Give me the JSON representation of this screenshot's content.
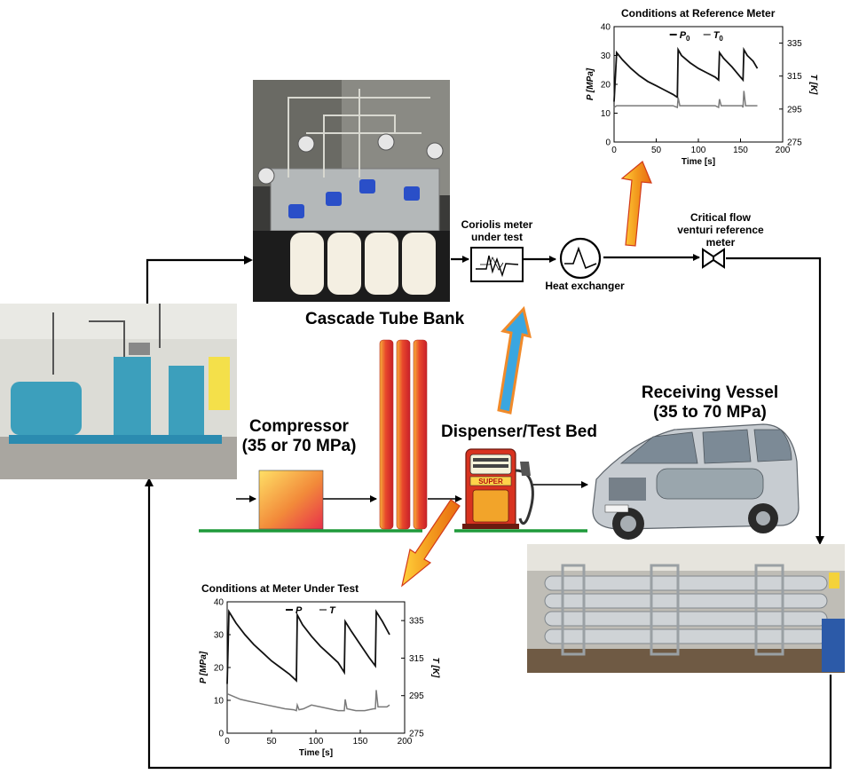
{
  "labels": {
    "cascade": "Cascade Tube Bank",
    "coriolis_line1": "Coriolis meter",
    "coriolis_line2": "under test",
    "heat_exchanger": "Heat exchanger",
    "critical_line1": "Critical flow",
    "critical_line2": "venturi reference",
    "critical_line3": "meter",
    "compressor_line1": "Compressor",
    "compressor_line2": "(35 or 70 MPa)",
    "dispenser": "Dispenser/Test Bed",
    "receiving_line1": "Receiving Vessel",
    "receiving_line2": "(35 to 70 MPa)",
    "pump_sign": "SUPER"
  },
  "colors": {
    "ground_line": "#1e9a3a",
    "arrow_orange": "#f39a1e",
    "arrow_blue": "#3aa6e0",
    "cascade_tube": "#e8472b",
    "pressure_curve": "#111111",
    "temperature_curve": "#7a7a7a"
  },
  "chart_data": [
    {
      "type": "line",
      "title": "Conditions at Reference Meter",
      "xlabel": "Time [s]",
      "ylabel": "P [MPa]",
      "y2label": "T [K]",
      "xlim": [
        0,
        200
      ],
      "ylim": [
        0,
        40
      ],
      "y2lim": [
        275,
        345
      ],
      "xticks": [
        0,
        50,
        100,
        150,
        200
      ],
      "yticks": [
        0,
        10,
        20,
        30,
        40
      ],
      "y2ticks": [
        275,
        295,
        315,
        335
      ],
      "legend": [
        "P0",
        "T0"
      ],
      "legend_placement": "top-center",
      "series": [
        {
          "name": "P0",
          "axis": "left",
          "x": [
            0,
            3,
            10,
            20,
            30,
            40,
            50,
            60,
            70,
            75,
            76,
            80,
            90,
            100,
            110,
            120,
            124,
            125,
            130,
            140,
            150,
            153,
            154,
            158,
            165,
            170
          ],
          "y": [
            14,
            31,
            28.5,
            25.5,
            23,
            21,
            19.5,
            18,
            16.5,
            15.5,
            32,
            30,
            27.5,
            25.5,
            24,
            22.5,
            21.5,
            31,
            29,
            26,
            22.5,
            21.5,
            32,
            30,
            28,
            25.5
          ]
        },
        {
          "name": "T0",
          "axis": "right",
          "x": [
            0,
            3,
            10,
            40,
            70,
            75,
            76,
            78,
            90,
            120,
            124,
            125,
            127,
            140,
            152,
            153,
            154,
            156,
            170
          ],
          "y": [
            296,
            297,
            297,
            297,
            297,
            296,
            302,
            297,
            297,
            297,
            296,
            301,
            297,
            297,
            297,
            296,
            306,
            297,
            297
          ]
        }
      ]
    },
    {
      "type": "line",
      "title": "Conditions at Meter Under Test",
      "xlabel": "Time [s]",
      "ylabel": "P [MPa]",
      "y2label": "T [K]",
      "xlim": [
        0,
        200
      ],
      "ylim": [
        0,
        40
      ],
      "y2lim": [
        275,
        345
      ],
      "xticks": [
        0,
        50,
        100,
        150,
        200
      ],
      "yticks": [
        0,
        10,
        20,
        30,
        40
      ],
      "y2ticks": [
        275,
        295,
        315,
        335
      ],
      "legend": [
        "P",
        "T"
      ],
      "legend_placement": "top-center",
      "series": [
        {
          "name": "P",
          "axis": "left",
          "x": [
            0,
            2,
            10,
            20,
            30,
            40,
            50,
            60,
            70,
            78,
            79,
            85,
            95,
            105,
            115,
            125,
            132,
            133,
            140,
            150,
            160,
            167,
            168,
            175,
            183
          ],
          "y": [
            15,
            37,
            33.5,
            30,
            27,
            24.5,
            22,
            20,
            18,
            16,
            36,
            33,
            29.5,
            26.5,
            24,
            21.5,
            18.5,
            34,
            31,
            27,
            23,
            20.5,
            37,
            34,
            30
          ]
        },
        {
          "name": "T",
          "axis": "right",
          "x": [
            0,
            5,
            15,
            25,
            35,
            45,
            55,
            65,
            75,
            78,
            79,
            81,
            86,
            95,
            105,
            115,
            125,
            132,
            133,
            135,
            145,
            155,
            165,
            167,
            168,
            170,
            180,
            183
          ],
          "y": [
            296,
            295,
            293,
            292,
            291,
            290,
            289,
            288,
            287.5,
            287,
            290,
            287.5,
            288,
            290,
            289,
            288,
            287,
            287,
            293,
            288,
            287,
            287,
            288,
            288,
            298,
            289,
            289,
            290
          ]
        }
      ]
    }
  ]
}
